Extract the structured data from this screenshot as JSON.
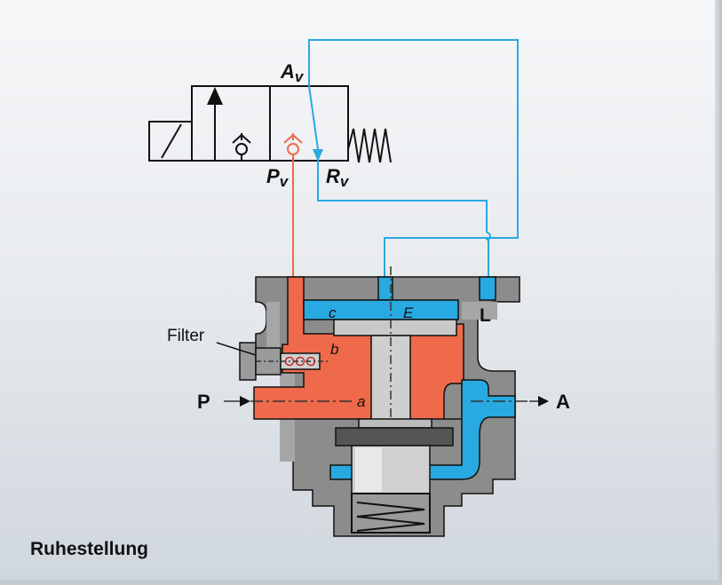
{
  "colors": {
    "pressure_red": "#ef6a4a",
    "relief_blue": "#29a9e1",
    "body_gray": "#8c8c8c",
    "background": "#e9ecef"
  },
  "labels": {
    "av": "A",
    "av_sub": "v",
    "pv": "P",
    "pv_sub": "v",
    "rv": "R",
    "rv_sub": "v",
    "filter": "Filter",
    "c": "c",
    "e": "E",
    "l": "L",
    "b": "b",
    "a_small": "a",
    "p": "P",
    "a": "A"
  },
  "caption": "Ruhestellung"
}
